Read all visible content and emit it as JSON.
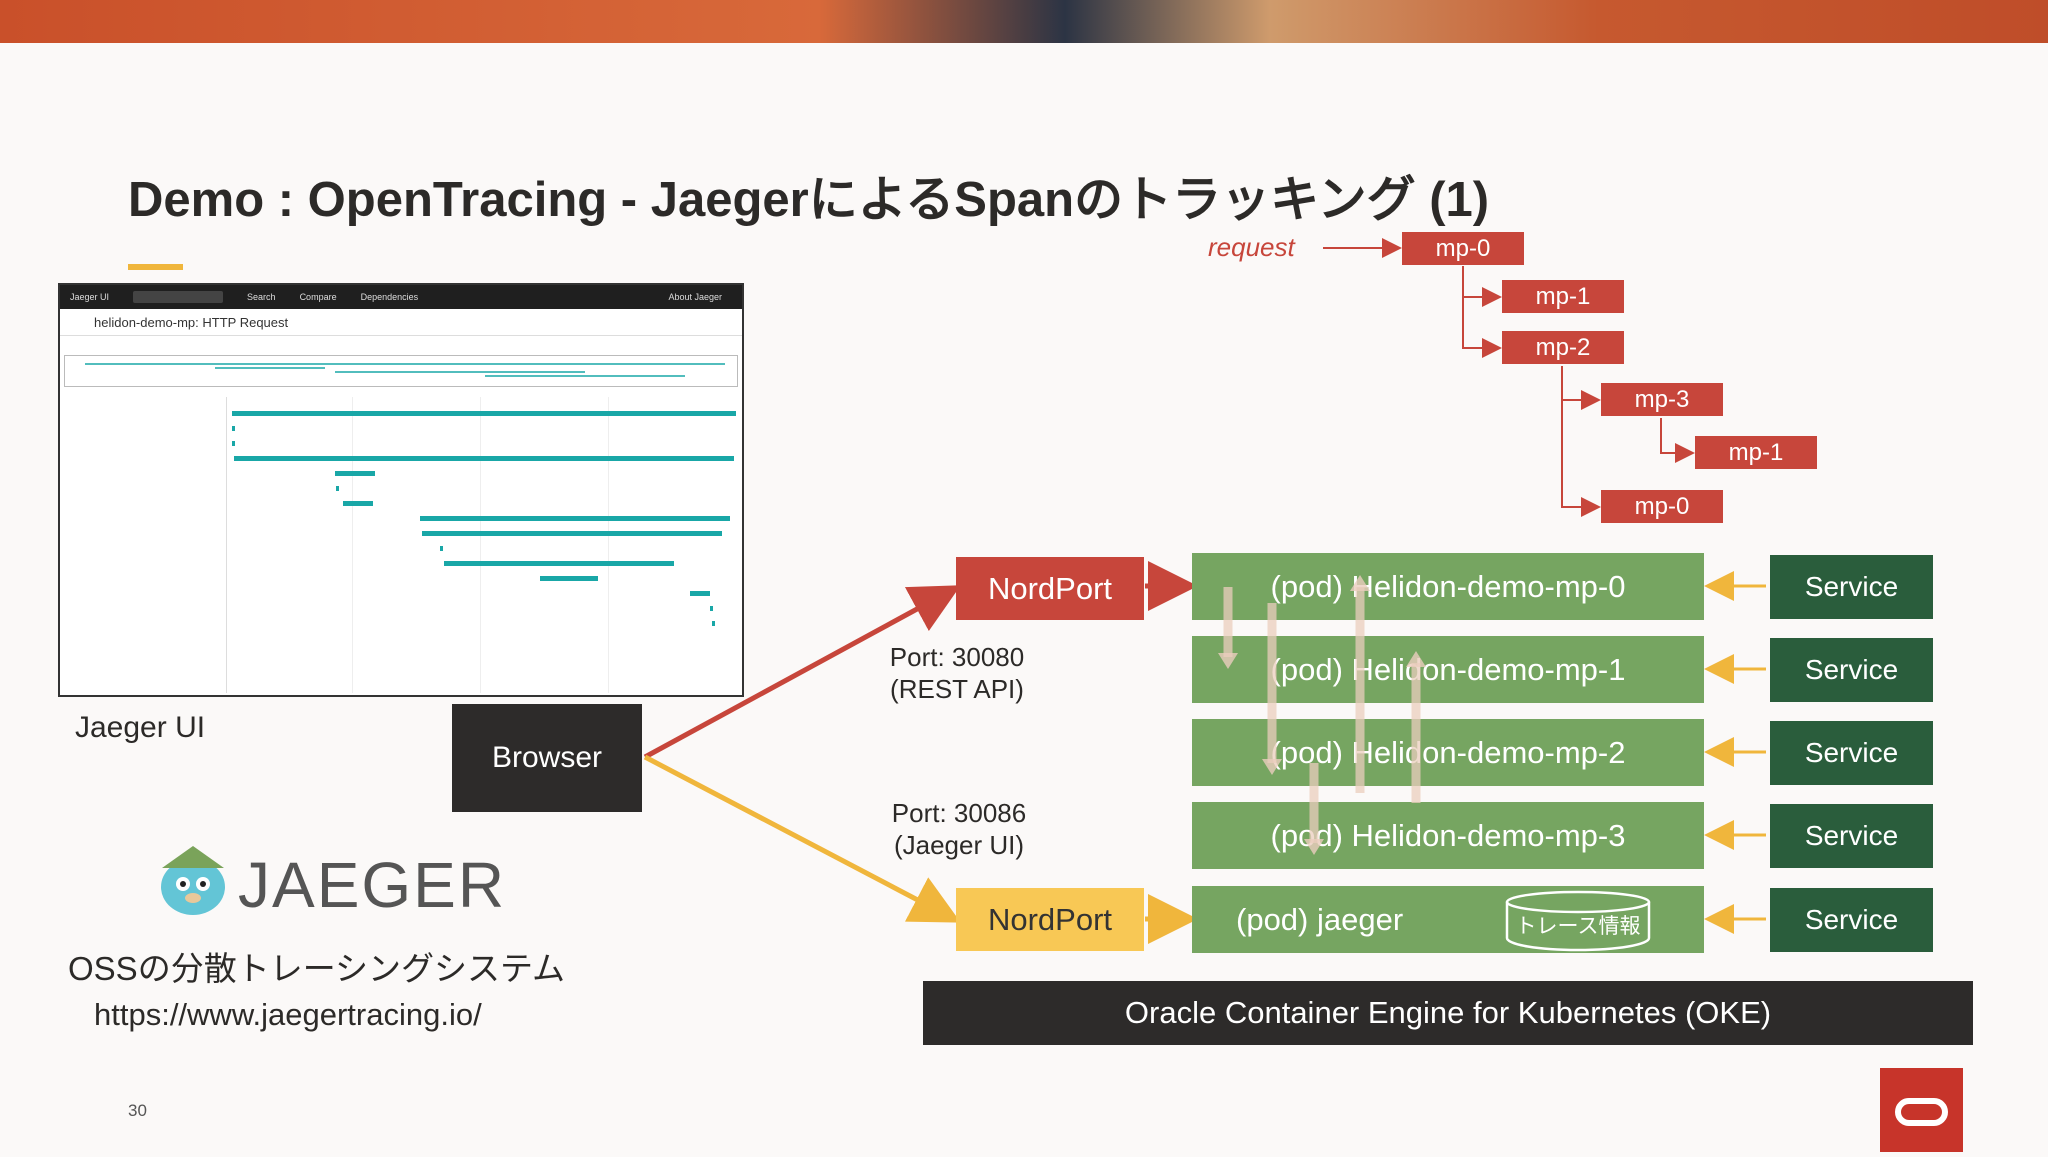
{
  "slide": {
    "title": "Demo : OpenTracing - JaegerによるSpanのトラッキング (1)",
    "page_number": "30"
  },
  "jaeger_ui": {
    "nav": [
      "Jaeger UI",
      "Search",
      "Compare",
      "Dependencies",
      "About Jaeger"
    ],
    "trace_title": "helidon-demo-mp: HTTP Request",
    "caption": "Jaeger UI"
  },
  "left": {
    "browser": "Browser",
    "logo_text": "JAEGER",
    "description": "OSSの分散トレーシングシステム",
    "url": "https://www.jaegertracing.io/"
  },
  "request_tree": {
    "label": "request",
    "nodes": [
      "mp-0",
      "mp-1",
      "mp-2",
      "mp-3",
      "mp-1",
      "mp-0"
    ]
  },
  "ports": {
    "rest": {
      "line1": "Port: 30080",
      "line2": "(REST API)"
    },
    "ui": {
      "line1": "Port: 30086",
      "line2": "(Jaeger UI)"
    }
  },
  "nodeports": [
    "NordPort",
    "NordPort"
  ],
  "pods": [
    "(pod) Helidon-demo-mp-0",
    "(pod) Helidon-demo-mp-1",
    "(pod) Helidon-demo-mp-2",
    "(pod) Helidon-demo-mp-3",
    "(pod) jaeger"
  ],
  "trace_db": "トレース情報",
  "services": [
    "Service",
    "Service",
    "Service",
    "Service",
    "Service"
  ],
  "oke_label": "Oracle Container Engine for Kubernetes (OKE)",
  "colors": {
    "accent_red": "#c7463b",
    "nodeport_yellow": "#f8c855",
    "pod_green": "#76a561",
    "service_green": "#2a5d3c",
    "oke_dark": "#2d2b2a",
    "oracle_red": "#c7342a"
  },
  "icons": [
    "jaeger-mascot-icon",
    "database-icon",
    "oracle-logo-icon"
  ]
}
